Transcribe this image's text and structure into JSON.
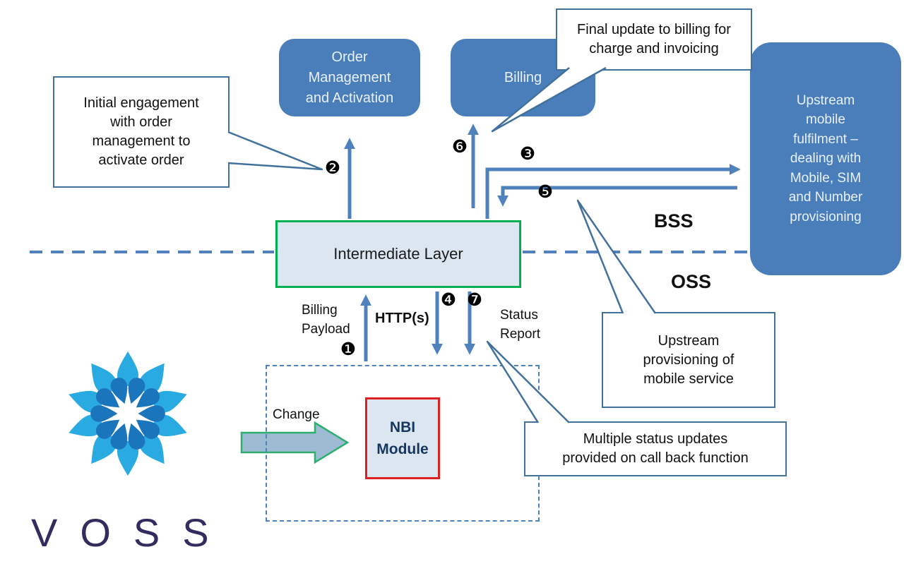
{
  "diagram": {
    "boxes": {
      "order_management": {
        "label": "Order\nManagement\nand Activation"
      },
      "billing": {
        "label": "Billing"
      },
      "upstream": {
        "label": "Upstream\nmobile\nfulfilment –\ndealing with\nMobile, SIM\nand Number\nprovisioning"
      },
      "intermediate": {
        "label": "Intermediate Layer"
      },
      "nbi": {
        "label": "NBI\nModule"
      }
    },
    "callouts": {
      "initial_engagement": {
        "text": "Initial engagement\nwith order\nmanagement to\nactivate order"
      },
      "final_update": {
        "text": "Final update to billing for\ncharge and invoicing"
      },
      "upstream_provisioning": {
        "text": "Upstream\nprovisioning of\nmobile service"
      },
      "multiple_status": {
        "text": "Multiple status updates\nprovided on call back function"
      }
    },
    "labels": {
      "bss": "BSS",
      "oss": "OSS",
      "billing_payload": "Billing\nPayload",
      "https": "HTTP(s)",
      "status_report": "Status\nReport",
      "change": "Change"
    },
    "steps": {
      "s1": "❶",
      "s2": "❷",
      "s3": "❸",
      "s4": "❹",
      "s5": "❺",
      "s6": "❻",
      "s7": "❼"
    },
    "logo": {
      "wordmark": "VOSS"
    },
    "colors": {
      "box_blue": "#4a7ebb",
      "arrow_blue": "#4f81bd",
      "intermediate_fill": "#dce6f1",
      "intermediate_border": "#00b050",
      "nbi_border": "#e02020",
      "block_arrow_fill": "#9dbcd4",
      "block_arrow_border": "#2fae6f",
      "logo_light_blue": "#29abe2",
      "logo_dark_blue": "#1b75bc",
      "wordmark_color": "#322c5f"
    }
  }
}
